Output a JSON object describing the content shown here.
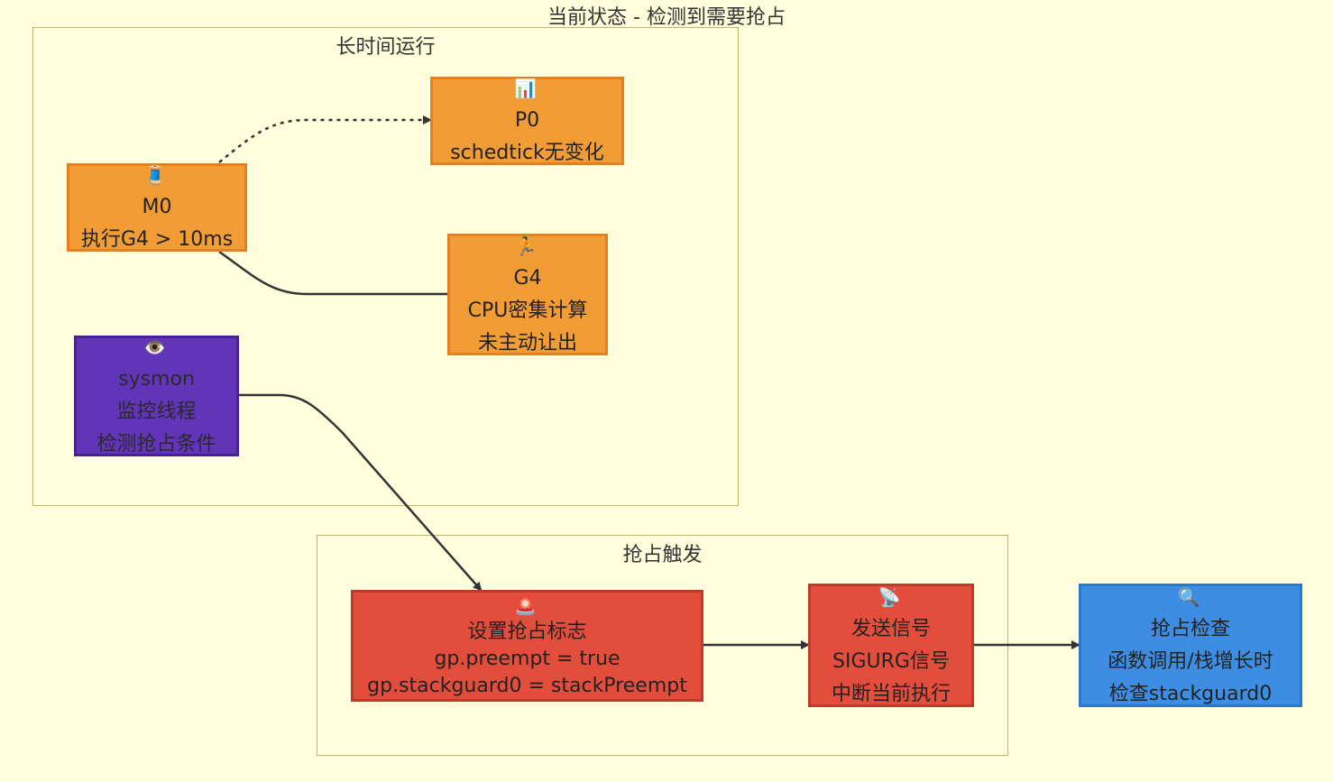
{
  "title": "当前状态 - 检测到需要抢占",
  "clusters": {
    "long_run": {
      "label": "长时间运行"
    },
    "trigger": {
      "label": "抢占触发"
    }
  },
  "nodes": {
    "p0": {
      "icon": "📊",
      "line1": "P0",
      "line2": "schedtick无变化"
    },
    "m0": {
      "icon": "🧵",
      "line1": "M0",
      "line2": "执行G4 > 10ms"
    },
    "g4": {
      "icon": "🏃",
      "line1": "G4",
      "line2": "CPU密集计算",
      "line3": "未主动让出"
    },
    "sysmon": {
      "icon": "👁️",
      "line1": "sysmon",
      "line2": "监控线程",
      "line3": "检测抢占条件"
    },
    "set_flag": {
      "icon": "🚨",
      "line1": "设置抢占标志",
      "line2": "gp.preempt = true",
      "line3": "gp.stackguard0 = stackPreempt"
    },
    "signal": {
      "icon": "📡",
      "line1": "发送信号",
      "line2": "SIGURG信号",
      "line3": "中断当前执行"
    },
    "check": {
      "icon": "🔍",
      "line1": "抢占检查",
      "line2": "函数调用/栈增长时",
      "line3": "检查stackguard0"
    }
  },
  "colors": {
    "background": "#ffffde",
    "orange": "#f19c35",
    "purple": "#6234b8",
    "red": "#e34d3c",
    "blue": "#3d8ee2",
    "cluster_border": "#b8b86a"
  }
}
